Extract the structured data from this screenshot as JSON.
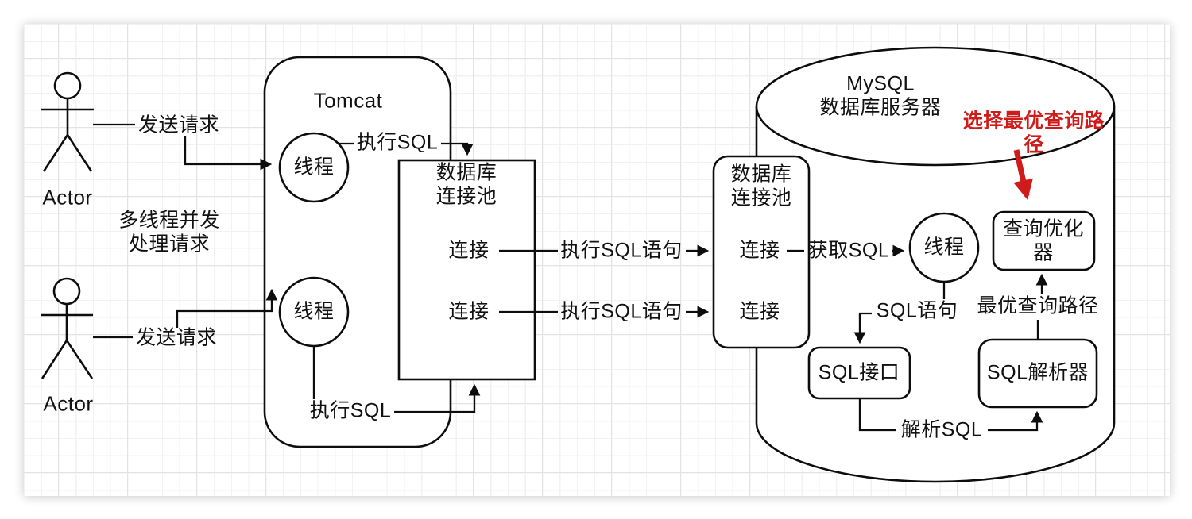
{
  "diagram_title": "MySQL query execution architecture diagram",
  "colors": {
    "line": "#0d0d0d",
    "highlight": "#d01b1b",
    "grid_minor": "#f2f2f2",
    "grid_major": "#e3e3e3",
    "canvas_bg": "#ffffff"
  },
  "actors": {
    "actor1_label": "Actor",
    "actor2_label": "Actor",
    "send_request_1": "发送请求",
    "send_request_2": "发送请求",
    "multithread_note": "多线程并发\n处理请求"
  },
  "tomcat": {
    "title": "Tomcat",
    "thread1": "线程",
    "thread2": "线程",
    "exec_sql_top": "执行SQL",
    "exec_sql_bottom": "执行SQL"
  },
  "pool_left": {
    "title": "数据库\n连接池",
    "conn1": "连接",
    "conn2": "连接"
  },
  "pool_right": {
    "title": "数据库\n连接池",
    "conn1": "连接",
    "conn2": "连接"
  },
  "edges": {
    "exec_stmt_1": "执行SQL语句",
    "exec_stmt_2": "执行SQL语句",
    "get_sql": "获取SQL",
    "sql_stmt": "SQL语句",
    "parse_sql": "解析SQL",
    "best_path": "最优查询路径"
  },
  "mysql": {
    "title": "MySQL\n数据库服务器",
    "thread": "线程",
    "optimizer": "查询优化\n器",
    "parser": "SQL解析器",
    "sql_interface": "SQL接口",
    "highlight_note": "选择最优查询路径"
  }
}
